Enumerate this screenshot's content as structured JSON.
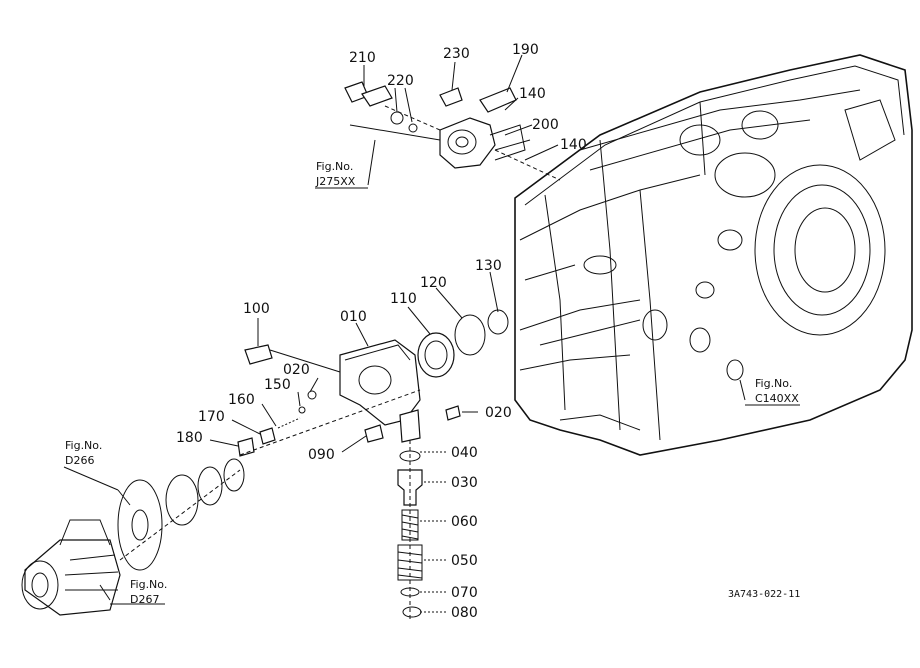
{
  "parts": {
    "p210": "210",
    "p230": "230",
    "p190": "190",
    "p220": "220",
    "p140a": "140",
    "p200": "200",
    "p140b": "140",
    "p130": "130",
    "p120": "120",
    "p110": "110",
    "p010": "010",
    "p100": "100",
    "p020a": "020",
    "p150": "150",
    "p160": "160",
    "p170": "170",
    "p180": "180",
    "p020b": "020",
    "p090": "090",
    "p040": "040",
    "p030": "030",
    "p060": "060",
    "p050": "050",
    "p070": "070",
    "p080": "080"
  },
  "references": {
    "j275": {
      "label": "Fig.No.",
      "code": "J275XX"
    },
    "c140": {
      "label": "Fig.No.",
      "code": "C140XX"
    },
    "d266": {
      "label": "Fig.No.",
      "code": "D266"
    },
    "d267": {
      "label": "Fig.No.",
      "code": "D267"
    }
  },
  "drawing_code": "3A743-022-11"
}
